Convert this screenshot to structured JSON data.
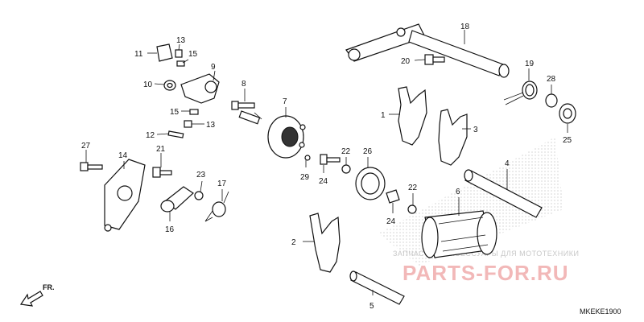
{
  "labels": [
    "1",
    "2",
    "3",
    "4",
    "5",
    "6",
    "7",
    "8",
    "9",
    "10",
    "11",
    "12",
    "13",
    "13",
    "14",
    "15",
    "15",
    "16",
    "17",
    "18",
    "19",
    "20",
    "21",
    "22",
    "22",
    "23",
    "24",
    "24",
    "25",
    "26",
    "27",
    "28",
    "29"
  ],
  "watermark": {
    "line1": "ЗАПЧАСТИ И АКСЕССУАРЫ ДЛЯ МОТОТЕХНИКИ",
    "line2": "PARTS-FOR.RU"
  },
  "direction_label": "FR.",
  "diagram_code": "MKEKE1900",
  "colors": {
    "ink": "#111111",
    "watermark_red": "#f2b8b8",
    "watermark_grey": "#c8c8c8"
  }
}
